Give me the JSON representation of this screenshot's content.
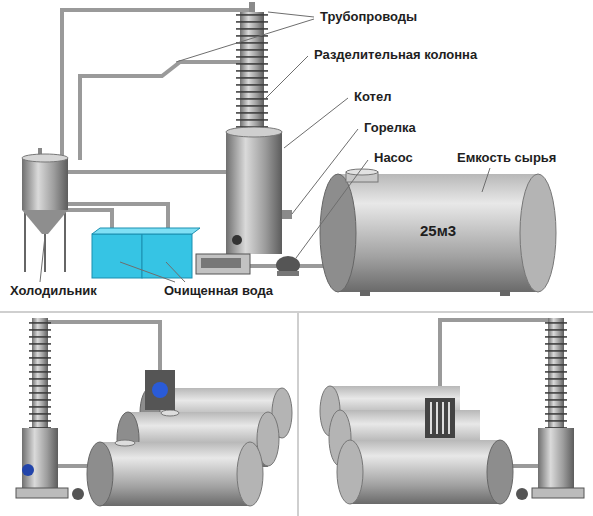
{
  "diagram": {
    "labels": [
      "Трубопроводы",
      "Разделительная колонна",
      "Котел",
      "Горелка",
      "Насос",
      "Емкость сырья",
      "25м3",
      "Холодильник",
      "Очищенная вода"
    ]
  }
}
